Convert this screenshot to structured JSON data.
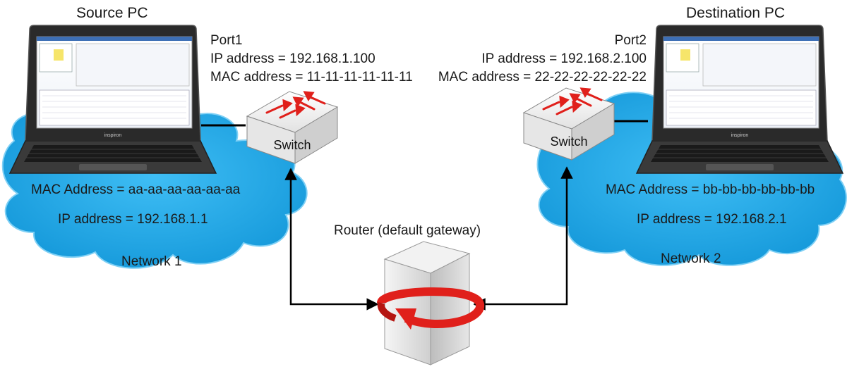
{
  "source_pc": {
    "title": "Source PC",
    "port": "Port1",
    "ip": "IP address = 192.168.1.100",
    "mac": "MAC address = 11-11-11-11-11-11",
    "laptop_brand": "inspiron"
  },
  "destination_pc": {
    "title": "Destination PC",
    "port": "Port2",
    "ip": "IP address = 192.168.2.100",
    "mac": "MAC address = 22-22-22-22-22-22",
    "laptop_brand": "inspiron"
  },
  "network1": {
    "name": "Network 1",
    "gateway_mac": "MAC Address = aa-aa-aa-aa-aa-aa",
    "gateway_ip": "IP address = 192.168.1.1",
    "switch_label": "Switch"
  },
  "network2": {
    "name": "Network 2",
    "gateway_mac": "MAC Address = bb-bb-bb-bb-bb-bb",
    "gateway_ip": "IP address = 192.168.2.1",
    "switch_label": "Switch"
  },
  "router": {
    "label": "Router (default gateway)"
  },
  "colors": {
    "cloud": "#1ea7e8",
    "cloud_edge": "#7fd0f5",
    "arrow_red": "#e0201b",
    "link": "#000000"
  }
}
